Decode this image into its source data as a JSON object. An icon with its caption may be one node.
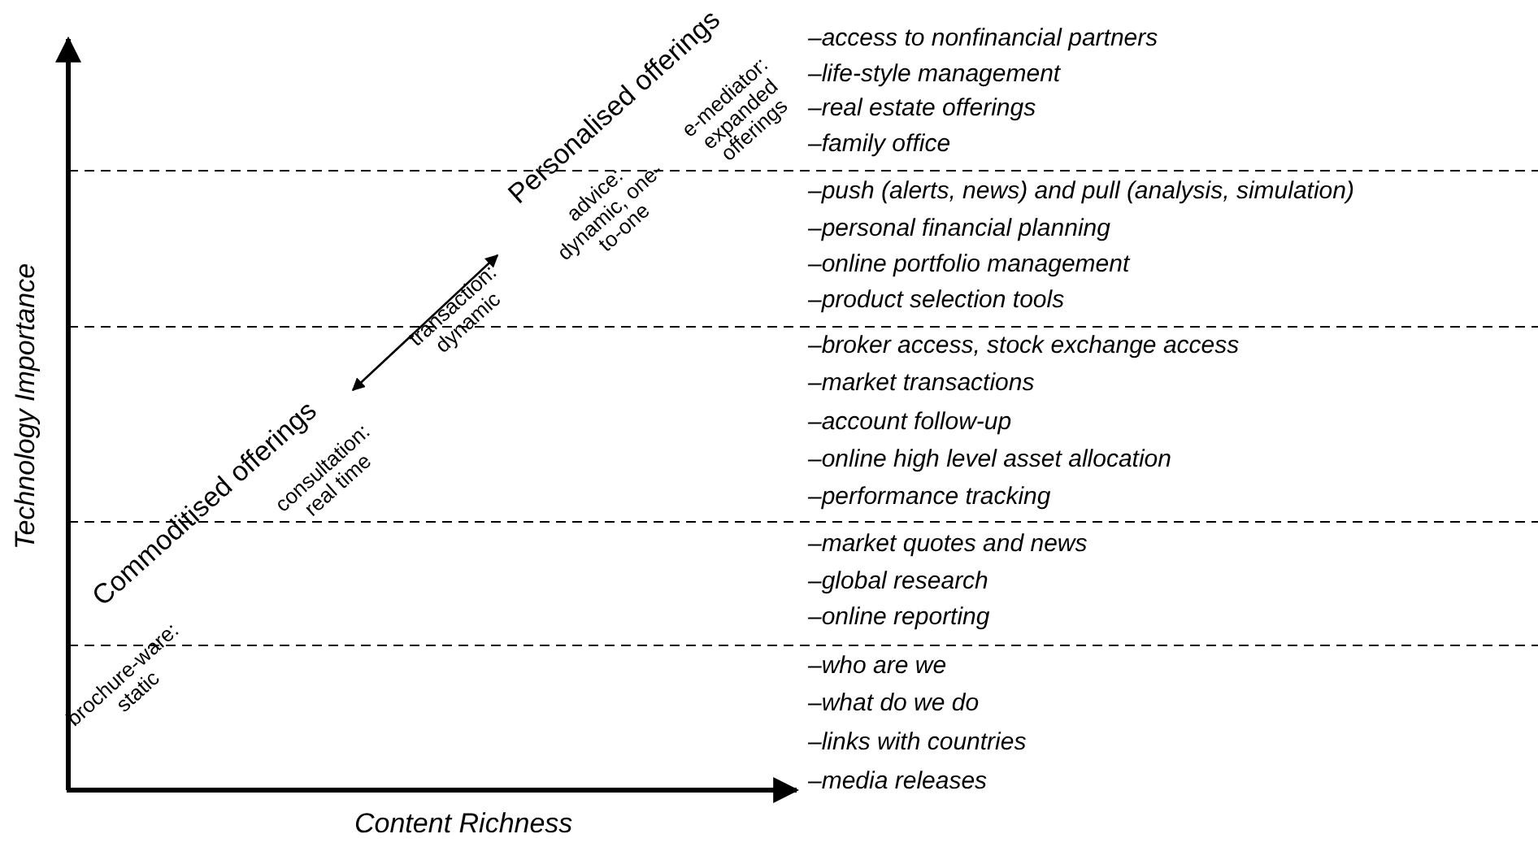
{
  "diagram": {
    "nodes": [
      {
        "text": [
          "Commoditised offerings"
        ]
      },
      {
        "text": [
          "Personalised offerings"
        ]
      }
    ],
    "edges": [
      {
        "from": 0,
        "to": 1,
        "arrow": "both"
      }
    ],
    "labels": [
      "Technology Importance",
      "Content Richness",
      "e-mediator: expanded offerings",
      "advice: dynamic, one-to-one",
      "transaction: dynamic",
      "consultation: real time",
      "brochure-ware: static",
      "–access to nonfinancial partners",
      "–life-style management",
      "–real estate offerings",
      "–family office",
      "–push (alerts, news) and pull (analysis, simulation)",
      "–personal financial planning",
      "–online portfolio management",
      "–product selection tools",
      "–broker access, stock exchange access",
      "–market transactions",
      "–account follow-up",
      "–online high level asset allocation",
      "–performance tracking",
      "–market quotes and news",
      "–global research",
      "–online reporting",
      "–who are we",
      "–what do we do",
      "–links with countries",
      "–media releases"
    ]
  }
}
